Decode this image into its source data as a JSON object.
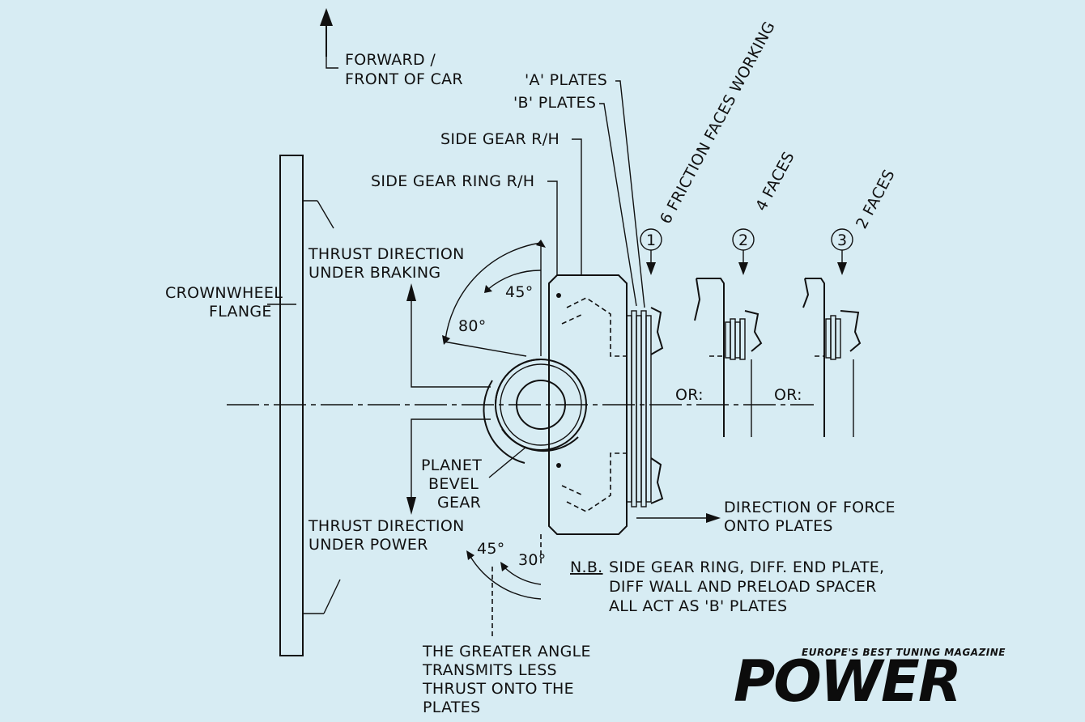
{
  "labels": {
    "forward_line1": "FORWARD /",
    "forward_line2": "FRONT OF CAR",
    "a_plates": "'A' PLATES",
    "b_plates": "'B' PLATES",
    "friction_faces": "6 FRICTION FACES WORKING",
    "four_faces": "4 FACES",
    "two_faces": "2 FACES",
    "side_gear": "SIDE GEAR R/H",
    "side_gear_ring": "SIDE GEAR RING R/H",
    "thrust_braking_line1": "THRUST DIRECTION",
    "thrust_braking_line2": "UNDER BRAKING",
    "crownwheel_line1": "CROWNWHEEL",
    "crownwheel_line2": "FLANGE",
    "angle_45_top": "45°",
    "angle_80": "80°",
    "or_1": "OR:",
    "or_2": "OR:",
    "planet_line1": "PLANET",
    "planet_line2": "BEVEL",
    "planet_line3": "GEAR",
    "thrust_power_line1": "THRUST DIRECTION",
    "thrust_power_line2": "UNDER POWER",
    "direction_force_line1": "DIRECTION OF FORCE",
    "direction_force_line2": "ONTO PLATES",
    "angle_45_bottom": "45°",
    "angle_30": "30°",
    "nb_prefix": "N.B.",
    "nb_line1": "SIDE GEAR RING, DIFF. END PLATE,",
    "nb_line2": "DIFF WALL AND PRELOAD SPACER",
    "nb_line3": "ALL ACT AS 'B' PLATES",
    "greater_line1": "THE GREATER ANGLE",
    "greater_line2": "TRANSMITS LESS",
    "greater_line3": "THRUST ONTO THE",
    "greater_line4": "PLATES",
    "circle_1": "1",
    "circle_2": "2",
    "circle_3": "3"
  },
  "logo": {
    "tagline": "EUROPE'S BEST TUNING MAGAZINE",
    "name": "POWER"
  },
  "colors": {
    "background": "#d7ecf3",
    "ink": "#111111"
  }
}
